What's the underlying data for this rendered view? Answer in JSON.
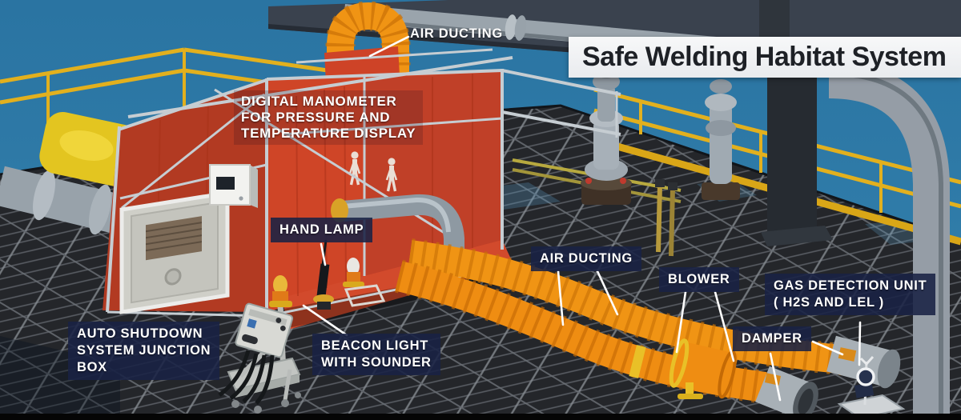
{
  "title_banner": {
    "text": "Safe Welding Habitat System"
  },
  "labels": {
    "air_ducting_top": "AIR DUCTING",
    "digital_manometer": {
      "lines": [
        "DIGITAL MANOMETER",
        "FOR PRESSURE AND",
        "TEMPERATURE DISPLAY"
      ]
    },
    "hand_lamp": "HAND LAMP",
    "air_ducting_mid": "AIR DUCTING",
    "blower": "BLOWER",
    "gas_detection": {
      "lines": [
        "GAS DETECTION UNIT",
        "( H2S AND LEL )"
      ]
    },
    "damper": "DAMPER",
    "auto_shutdown": {
      "lines": [
        "AUTO SHUTDOWN",
        "SYSTEM JUNCTION",
        "BOX"
      ]
    },
    "beacon_light": {
      "lines": [
        "BEACON LIGHT",
        "WITH SOUNDER"
      ]
    }
  },
  "colors": {
    "wall_blue": "#2e7aa8",
    "floor_dark": "#24262a",
    "habitat_red": "#cf4527",
    "habitat_red_dark": "#b23a22",
    "duct_orange": "#f09414",
    "rail_yellow": "#e2b01e",
    "pipe_gray": "#9aa4ac",
    "label_navy": "#192244",
    "label_text": "#ffffff",
    "banner_bg": "#f2f3f5",
    "banner_text": "#1e2126"
  }
}
